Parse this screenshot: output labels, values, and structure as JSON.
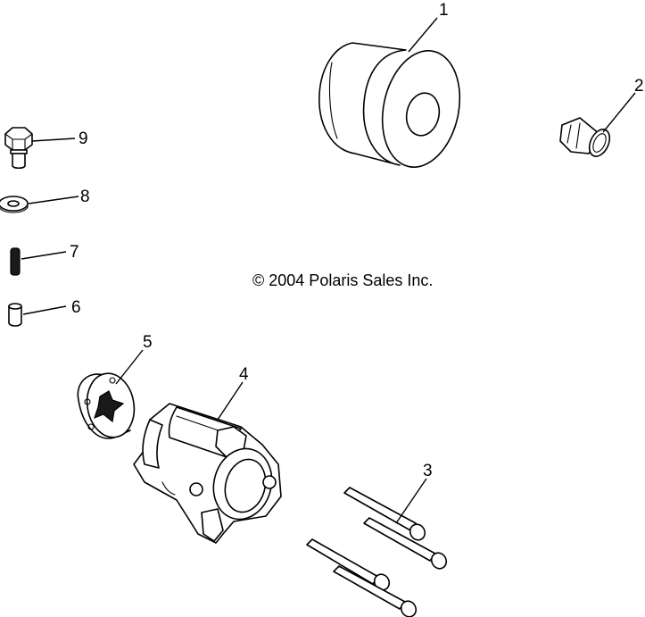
{
  "copyright": "© 2004 Polaris Sales Inc.",
  "callouts": [
    "1",
    "2",
    "3",
    "4",
    "5",
    "6",
    "7",
    "8",
    "9"
  ]
}
